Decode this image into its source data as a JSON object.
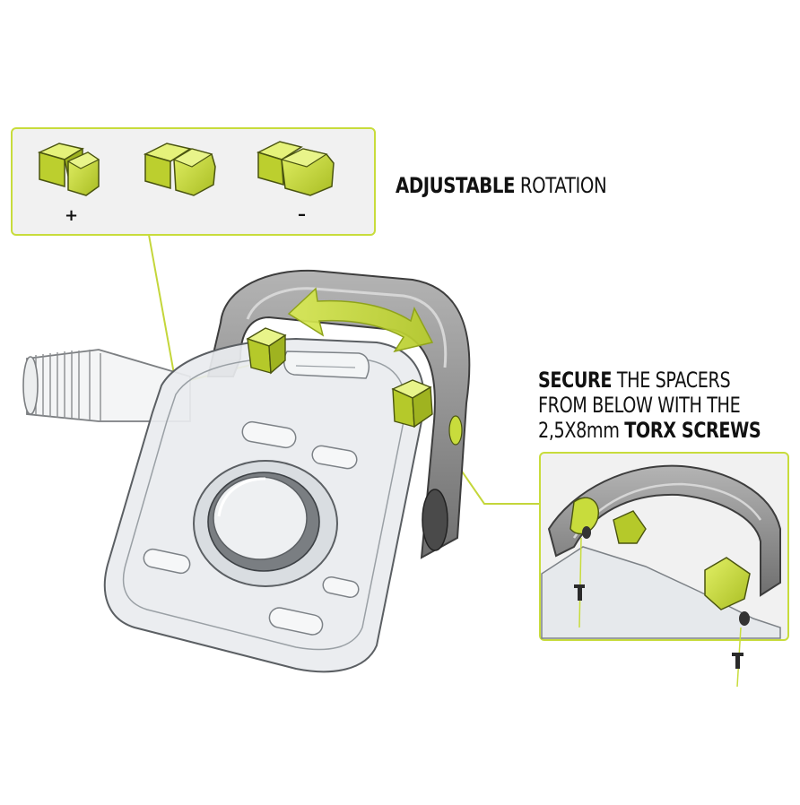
{
  "panel_adjust": {
    "plus_symbol": "+",
    "minus_symbol": "–"
  },
  "title_rotation": {
    "bold": "ADJUSTABLE",
    "rest": " ROTATION"
  },
  "title_secure": {
    "line1_bold": "SECURE",
    "line1_rest": " THE SPACERS",
    "line2": "FROM BELOW WITH THE",
    "line3_rest": "2,5X8mm ",
    "line3_bold": "TORX SCREWS"
  },
  "colors": {
    "accent_lime": "#c8dc3c",
    "accent_dark": "#98ac1c",
    "panel_bg": "#f1f1f1",
    "frame_grey": "#8e8e8e",
    "clear_body": "#e8ebee",
    "text": "#111111"
  }
}
